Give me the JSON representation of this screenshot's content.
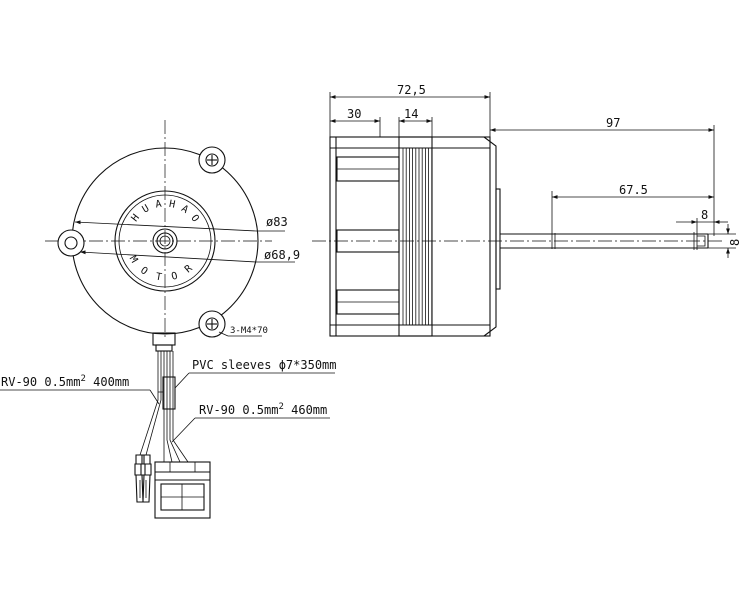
{
  "front_view": {
    "ring_text_top": "HUAHAO",
    "ring_text_bottom": "MOTOR",
    "dia_outer": "ø83",
    "dia_inner": "ø68,9",
    "screw_note": "3-M4*70",
    "wire_note_1": "RV-90 0.5mm",
    "wire_note_1_sup": "2",
    "wire_note_1_tail": " 400mm",
    "sleeve_note": "PVC sleeves ϕ7*350mm",
    "wire_note_2": "RV-90 0.5mm",
    "wire_note_2_sup": "2",
    "wire_note_2_tail": " 460mm"
  },
  "side_view": {
    "dim_overall": "72,5",
    "dim_left": "30",
    "dim_mid": "14",
    "dim_shaft_total": "97",
    "dim_shaft_flat": "67.5",
    "dim_shaft_end": "8",
    "dim_shaft_dia": "8"
  }
}
